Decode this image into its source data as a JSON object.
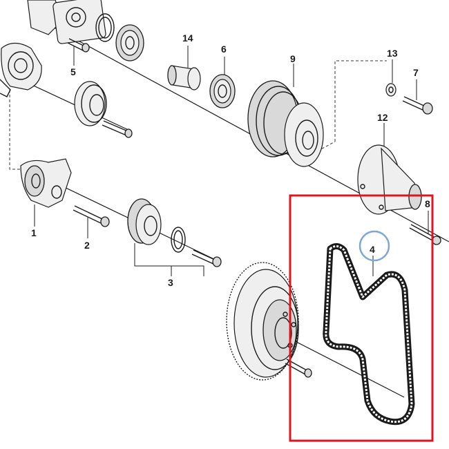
{
  "diagram": {
    "callouts": [
      "1",
      "2",
      "3",
      "4",
      "5",
      "6",
      "7",
      "8",
      "9",
      "12",
      "13",
      "14"
    ],
    "highlight_box_color": "#e0141e",
    "highlight_circle_color": "#7ea6d6",
    "highlighted_part": "4"
  }
}
